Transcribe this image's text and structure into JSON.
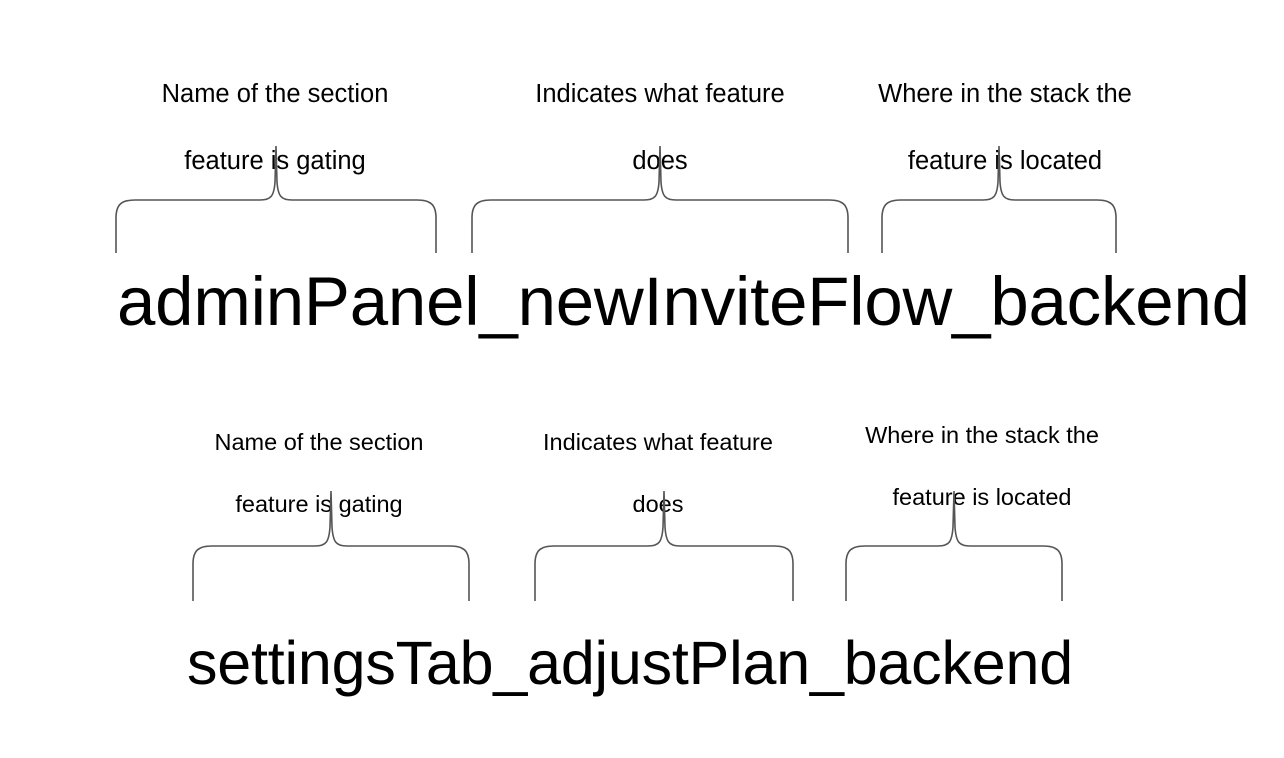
{
  "page": {
    "background_color": "#ffffff",
    "text_color": "#000000",
    "brace_color": "#555555"
  },
  "diagrams": [
    {
      "id": "admin-panel-flag",
      "flag_name": "adminPanel_newInviteFlow_backend",
      "segments": [
        {
          "token": "adminPanel",
          "caption_line1": "Name of the section",
          "caption_line2": "feature is gating"
        },
        {
          "token": "newInviteFlow",
          "caption_line1": "Indicates what feature",
          "caption_line2": "does"
        },
        {
          "token": "backend",
          "caption_line1": "Where in the stack the",
          "caption_line2": "feature is located"
        }
      ]
    },
    {
      "id": "settings-tab-flag",
      "flag_name": "settingsTab_adjustPlan_backend",
      "segments": [
        {
          "token": "settingsTab",
          "caption_line1": "Name of the section",
          "caption_line2": "feature is gating"
        },
        {
          "token": "adjustPlan",
          "caption_line1": "Indicates what feature",
          "caption_line2": "does"
        },
        {
          "token": "backend",
          "caption_line1": "Where in the stack the",
          "caption_line2": "feature is located"
        }
      ]
    }
  ]
}
